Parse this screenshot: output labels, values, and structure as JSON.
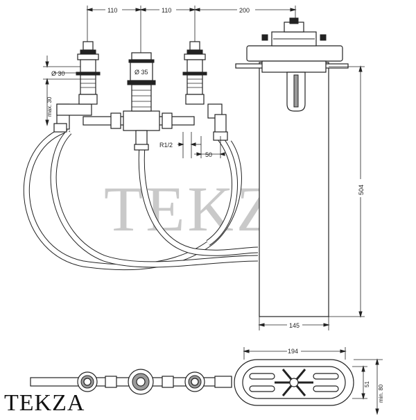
{
  "dimensions": {
    "top_spacing_left": "110",
    "top_spacing_middle": "110",
    "top_spacing_right": "200",
    "diameter_small": "Ø 30",
    "diameter_large": "Ø 35",
    "max_height": "max. 30",
    "thread": "R1/2",
    "offset": "50",
    "body_height": "504",
    "body_width": "145",
    "cover_width": "194",
    "cover_height": "51",
    "min_depth": "min. 80"
  },
  "watermark": "TEKZA",
  "brand": "TEKZA"
}
